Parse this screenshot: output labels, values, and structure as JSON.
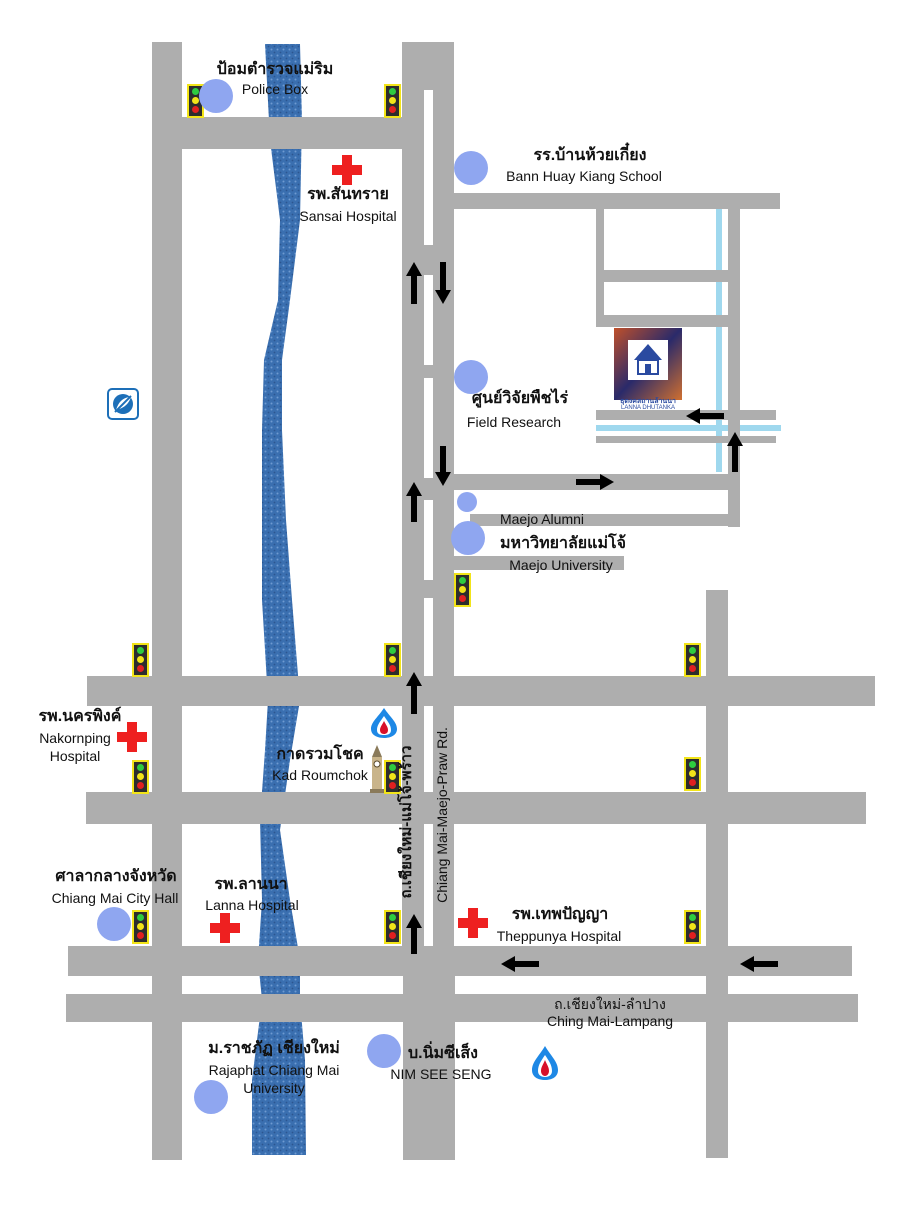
{
  "roads": {
    "main_road_th": "ถ.เชียงใหม่-แม่โจ้-พร้าว",
    "main_road_en": "Chiang Mai-Maejo-Praw Rd.",
    "lampang_road_th": "ถ.เชียงใหม่-ลำปาง",
    "lampang_road_en": "Ching Mai-Lampang"
  },
  "places": {
    "police_box": {
      "th": "ป้อมตำรวจแม่ริม",
      "en": "Police Box"
    },
    "sansai_hospital": {
      "th": "รพ.สันทราย",
      "en": "Sansai Hospital"
    },
    "school": {
      "th": "รร.บ้านห้วยเกี๋ยง",
      "en": "Bann Huay Kiang School"
    },
    "field_research": {
      "th": "ศูนย์วิจัยพืชไร่",
      "en": "Field Research"
    },
    "maejo_alumni": {
      "en": "Maejo Alumni"
    },
    "maejo_university": {
      "th": "มหาวิทยาลัยแม่โจ้",
      "en": "Maejo University"
    },
    "nakornping_hospital": {
      "th": "รพ.นครพิงค์",
      "en_line1": "Nakornping",
      "en_line2": "Hospital"
    },
    "kad_roumchok": {
      "th": "กาดรวมโชค",
      "en": "Kad Roumchok"
    },
    "city_hall": {
      "th": "ศาลากลางจังหวัด",
      "en": "Chiang Mai City Hall"
    },
    "lanna_hospital": {
      "th": "รพ.ลานนา",
      "en": "Lanna Hospital"
    },
    "theppunya_hospital": {
      "th": "รพ.เทพปัญญา",
      "en": "Theppunya Hospital"
    },
    "rajaphat": {
      "th": "ม.ราชภัฏ เชียงใหม่",
      "en_line1": "Rajaphat Chiang Mai",
      "en_line2": "University"
    },
    "nim_see_seng": {
      "th": "บ.นิ่มซีเส็ง",
      "en": "NIM SEE SENG"
    }
  },
  "destination_logo": {
    "th": "ธุดงคสถานล้านนา",
    "en": "LANNA DHUTANKA"
  },
  "colors": {
    "road": "#aeaeae",
    "river": "#3a6fb0",
    "canal": "#9fd8ee",
    "poi_dot": "#8fa6f0",
    "hospital": "#ee2020",
    "arrow": "#000000",
    "traffic_light_frame": "#f2e419"
  },
  "icons": {
    "hospital": "red-cross-icon",
    "poi": "blue-circle-icon",
    "traffic_light": "traffic-light-icon",
    "gas_station": "ptt-drop-icon",
    "bank": "bank-logo-icon",
    "landmark": "clock-tower-icon",
    "direction": "arrow-icon"
  }
}
